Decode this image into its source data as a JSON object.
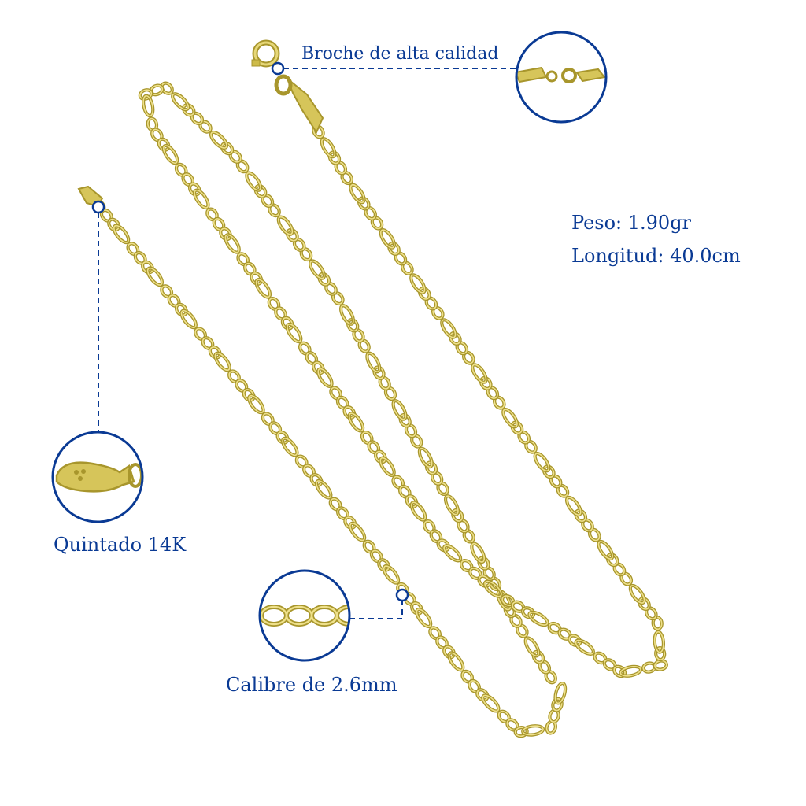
{
  "product": {
    "clasp_label": "Broche de alta calidad",
    "weight_label": "Peso: 1.90gr",
    "length_label": "Longitud:  40.0cm",
    "stamp_label": "Quintado 14K",
    "gauge_label": "Calibre de 2.6mm"
  },
  "colors": {
    "accent_blue": "#0a3a94",
    "gold": "#cdbb4a",
    "gold_dark": "#a8962c",
    "gold_light": "#eee08a"
  },
  "icons": {
    "chain": "figaro-chain-image",
    "callout": "zoom-circle-icon"
  }
}
